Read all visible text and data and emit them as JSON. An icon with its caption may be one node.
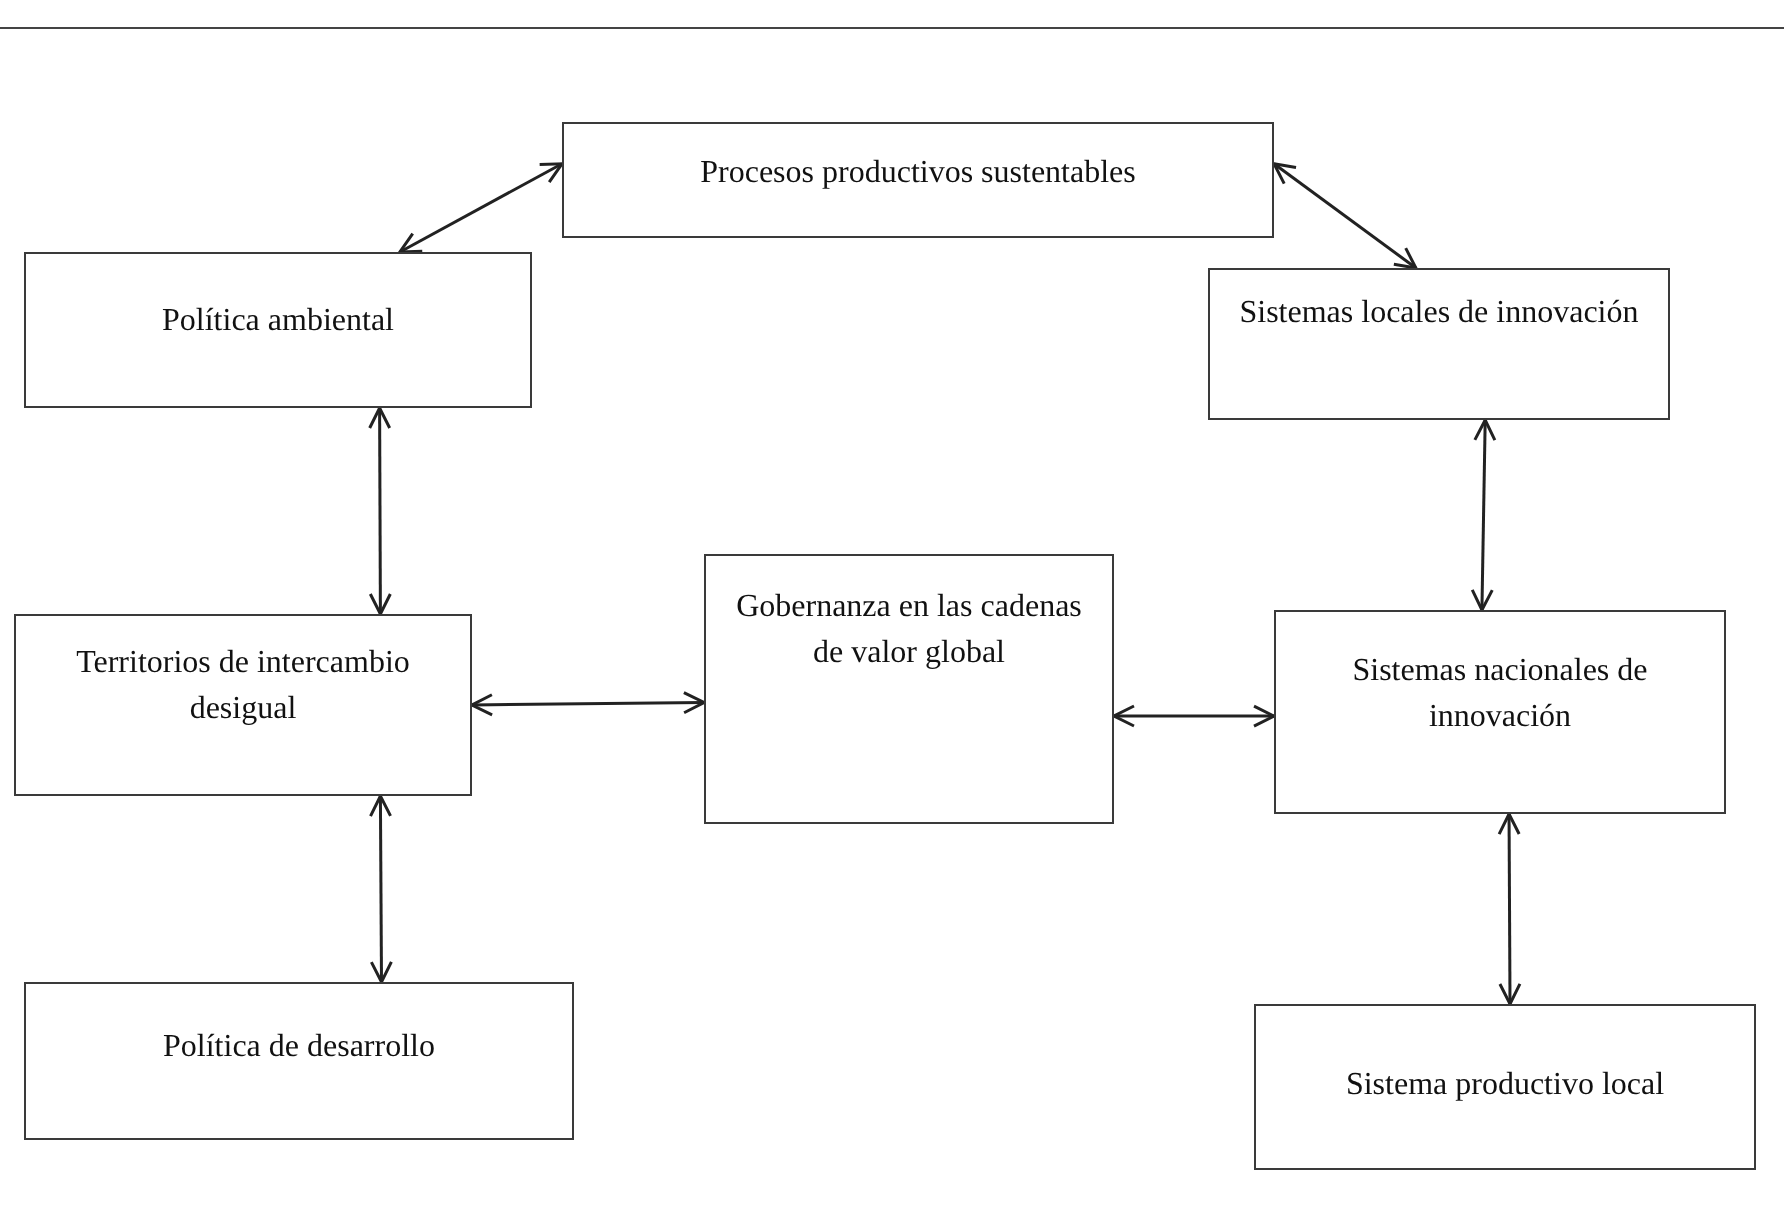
{
  "diagram": {
    "nodes": [
      {
        "text": [
          "Procesos productivos sustentables"
        ]
      },
      {
        "text": [
          "Política ambiental"
        ]
      },
      {
        "text": [
          "Sistemas locales de innovación"
        ]
      },
      {
        "text": [
          "Territorios de intercambio desigual"
        ]
      },
      {
        "text": [
          "Gobernanza en las cadenas de valor global"
        ]
      },
      {
        "text": [
          "Sistemas nacionales de innovación"
        ]
      },
      {
        "text": [
          "Política de desarrollo"
        ]
      },
      {
        "text": [
          "Sistema productivo local"
        ]
      }
    ],
    "edges": [
      {
        "from": 0,
        "to": 1,
        "arrow": "both"
      },
      {
        "from": 0,
        "to": 2,
        "arrow": "both"
      },
      {
        "from": 1,
        "to": 3,
        "arrow": "both"
      },
      {
        "from": 3,
        "to": 4,
        "arrow": "both"
      },
      {
        "from": 4,
        "to": 5,
        "arrow": "both"
      },
      {
        "from": 2,
        "to": 5,
        "arrow": "both"
      },
      {
        "from": 3,
        "to": 6,
        "arrow": "both"
      },
      {
        "from": 5,
        "to": 7,
        "arrow": "both"
      }
    ]
  }
}
